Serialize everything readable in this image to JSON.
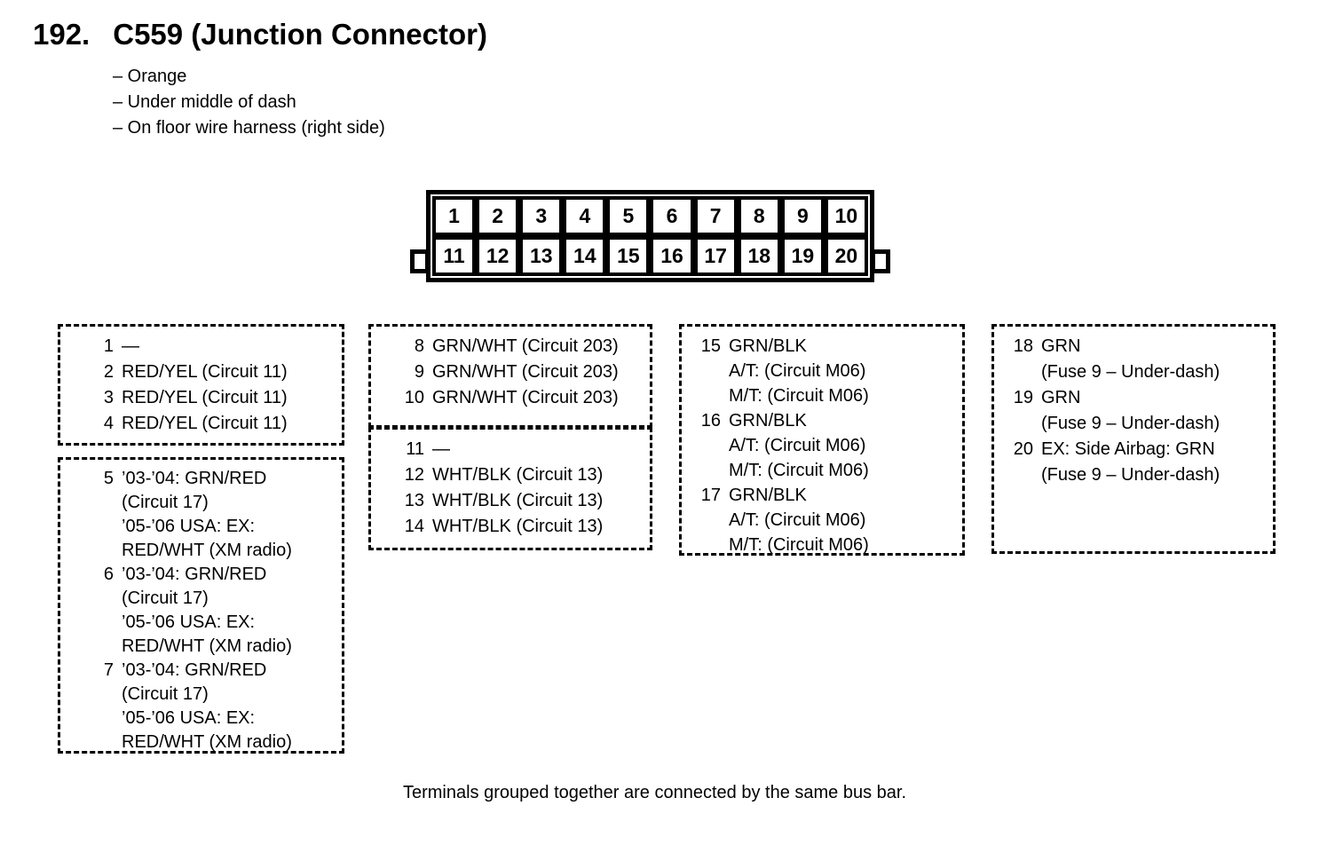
{
  "page": {
    "section_number": "192.",
    "title": "C559 (Junction Connector)",
    "bullets": [
      "– Orange",
      "– Under middle of dash",
      "– On floor wire harness (right side)"
    ],
    "footer": "Terminals grouped together are connected by the same bus bar."
  },
  "colors": {
    "ink": "#000000",
    "background": "#ffffff"
  },
  "connector": {
    "rows": 2,
    "columns": 10,
    "top_row": [
      "1",
      "2",
      "3",
      "4",
      "5",
      "6",
      "7",
      "8",
      "9",
      "10"
    ],
    "bottom_row": [
      "11",
      "12",
      "13",
      "14",
      "15",
      "16",
      "17",
      "18",
      "19",
      "20"
    ]
  },
  "groups": [
    {
      "id": "pins-1-4",
      "entries": [
        {
          "pin": "1",
          "lines": [
            "—"
          ]
        },
        {
          "pin": "2",
          "lines": [
            "RED/YEL (Circuit 11)"
          ]
        },
        {
          "pin": "3",
          "lines": [
            "RED/YEL (Circuit 11)"
          ]
        },
        {
          "pin": "4",
          "lines": [
            "RED/YEL (Circuit 11)"
          ]
        }
      ]
    },
    {
      "id": "pins-5-7",
      "entries": [
        {
          "pin": "5",
          "lines": [
            "’03-’04: GRN/RED",
            "(Circuit 17)",
            "’05-’06 USA: EX:",
            "RED/WHT (XM radio)"
          ]
        },
        {
          "pin": "6",
          "lines": [
            "’03-’04: GRN/RED",
            "(Circuit 17)",
            "’05-’06 USA: EX:",
            "RED/WHT (XM radio)"
          ]
        },
        {
          "pin": "7",
          "lines": [
            "’03-’04: GRN/RED",
            "(Circuit 17)",
            "’05-’06 USA: EX:",
            "RED/WHT (XM radio)"
          ]
        }
      ]
    },
    {
      "id": "pins-8-10",
      "entries": [
        {
          "pin": "8",
          "lines": [
            "GRN/WHT (Circuit 203)"
          ]
        },
        {
          "pin": "9",
          "lines": [
            "GRN/WHT (Circuit 203)"
          ]
        },
        {
          "pin": "10",
          "lines": [
            "GRN/WHT (Circuit 203)"
          ]
        }
      ]
    },
    {
      "id": "pins-11-14",
      "entries": [
        {
          "pin": "11",
          "lines": [
            "—"
          ]
        },
        {
          "pin": "12",
          "lines": [
            "WHT/BLK (Circuit 13)"
          ]
        },
        {
          "pin": "13",
          "lines": [
            "WHT/BLK (Circuit 13)"
          ]
        },
        {
          "pin": "14",
          "lines": [
            "WHT/BLK (Circuit 13)"
          ]
        }
      ]
    },
    {
      "id": "pins-15-17",
      "entries": [
        {
          "pin": "15",
          "lines": [
            "GRN/BLK",
            "A/T: (Circuit M06)",
            "M/T: (Circuit M06)"
          ]
        },
        {
          "pin": "16",
          "lines": [
            "GRN/BLK",
            "A/T: (Circuit M06)",
            "M/T: (Circuit M06)"
          ]
        },
        {
          "pin": "17",
          "lines": [
            "GRN/BLK",
            "A/T: (Circuit M06)",
            "M/T: (Circuit M06)"
          ]
        }
      ]
    },
    {
      "id": "pins-18-20",
      "entries": [
        {
          "pin": "18",
          "lines": [
            "GRN",
            "(Fuse 9 – Under-dash)"
          ]
        },
        {
          "pin": "19",
          "lines": [
            "GRN",
            "(Fuse 9 – Under-dash)"
          ]
        },
        {
          "pin": "20",
          "lines": [
            "EX: Side Airbag: GRN",
            "(Fuse 9 – Under-dash)"
          ]
        }
      ]
    }
  ]
}
